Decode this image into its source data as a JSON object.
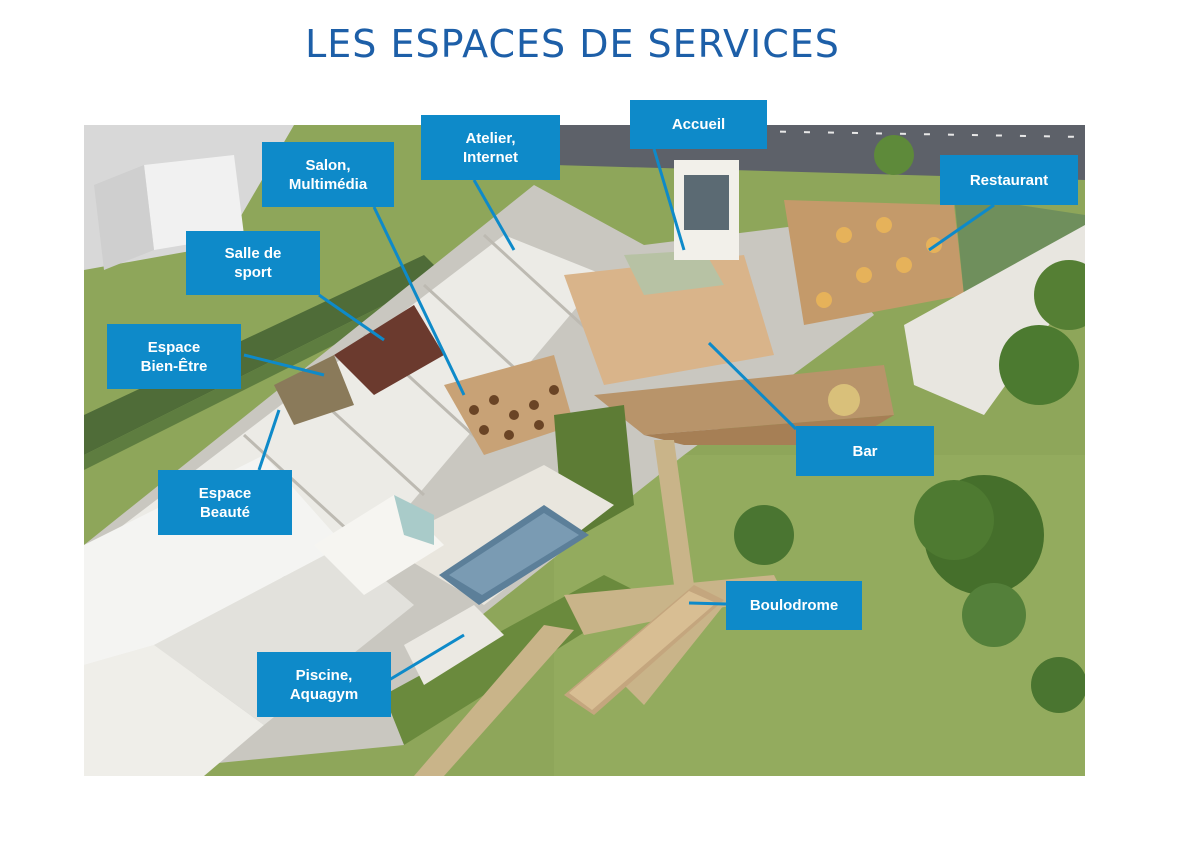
{
  "title": "LES ESPACES DE SERVICES",
  "label_color": "#0e8ac9",
  "title_color": "#1d5fa8",
  "labels": [
    {
      "key": "atelier",
      "text": "Atelier,\nInternet"
    },
    {
      "key": "accueil",
      "text": "Accueil"
    },
    {
      "key": "salon",
      "text": "Salon,\nMultimédia"
    },
    {
      "key": "restaurant",
      "text": "Restaurant"
    },
    {
      "key": "sport",
      "text": "Salle de\nsport"
    },
    {
      "key": "bien-etre",
      "text": "Espace\nBien-Être"
    },
    {
      "key": "bar",
      "text": "Bar"
    },
    {
      "key": "beaute",
      "text": "Espace\nBeauté"
    },
    {
      "key": "boulodrome",
      "text": "Boulodrome"
    },
    {
      "key": "piscine",
      "text": "Piscine,\nAquagym"
    }
  ]
}
